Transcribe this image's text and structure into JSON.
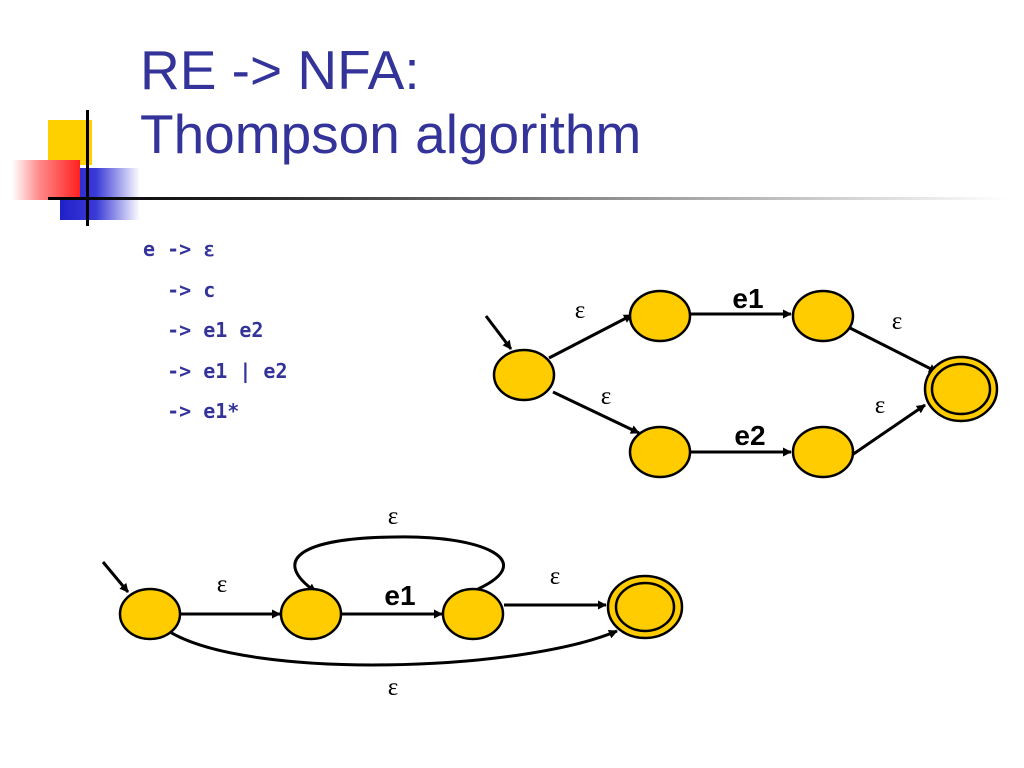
{
  "slide": {
    "title_line1": "RE -> NFA:",
    "title_line2": "Thompson algorithm",
    "colors": {
      "title": "#333399",
      "state_fill": "#ffcc00",
      "accent_yellow": "#ffd000",
      "accent_blue": "#2020c8",
      "accent_red": "#ff2020"
    }
  },
  "grammar": {
    "lines": [
      "e -> ε",
      "  -> c",
      "  -> e1 e2",
      "  -> e1 | e2",
      "  -> e1*"
    ]
  },
  "union_nfa": {
    "edges": [
      {
        "label": "ε"
      },
      {
        "label": "ε"
      },
      {
        "label": "e1"
      },
      {
        "label": "e2"
      },
      {
        "label": "ε"
      },
      {
        "label": "ε"
      }
    ]
  },
  "star_nfa": {
    "edges": [
      {
        "label": "ε"
      },
      {
        "label": "e1"
      },
      {
        "label": "ε"
      },
      {
        "label": "ε"
      },
      {
        "label": "ε"
      }
    ]
  }
}
